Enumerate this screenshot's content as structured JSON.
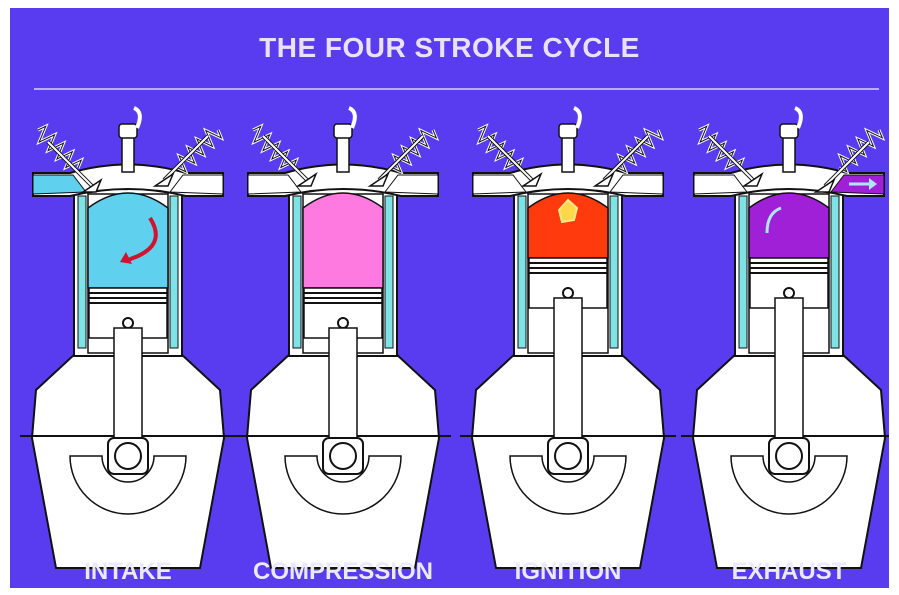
{
  "title": "THE FOUR STROKE CYCLE",
  "colors": {
    "background": "#5a3cf0",
    "coolant": "#7fe3e6",
    "outline": "#111111",
    "metal": "#ffffff"
  },
  "strokes": [
    {
      "label": "INTAKE",
      "chamber_color": "#5fd0ee",
      "intake_valve": "open",
      "exhaust_valve": "closed",
      "piston_position": "bottom",
      "flow": "intake",
      "intake_port_color": "#5fd0ee",
      "exhaust_port_color": "#ffffff"
    },
    {
      "label": "COMPRESSION",
      "chamber_color": "#ff7ae0",
      "intake_valve": "closed",
      "exhaust_valve": "closed",
      "piston_position": "bottom",
      "flow": "none",
      "intake_port_color": "#ffffff",
      "exhaust_port_color": "#ffffff"
    },
    {
      "label": "IGNITION",
      "chamber_color": "#ff3a0c",
      "intake_valve": "closed",
      "exhaust_valve": "closed",
      "piston_position": "top",
      "flow": "spark",
      "intake_port_color": "#ffffff",
      "exhaust_port_color": "#ffffff"
    },
    {
      "label": "EXHAUST",
      "chamber_color": "#a020d8",
      "intake_valve": "closed",
      "exhaust_valve": "open",
      "piston_position": "top",
      "flow": "exhaust",
      "intake_port_color": "#ffffff",
      "exhaust_port_color": "#a020d8"
    }
  ]
}
